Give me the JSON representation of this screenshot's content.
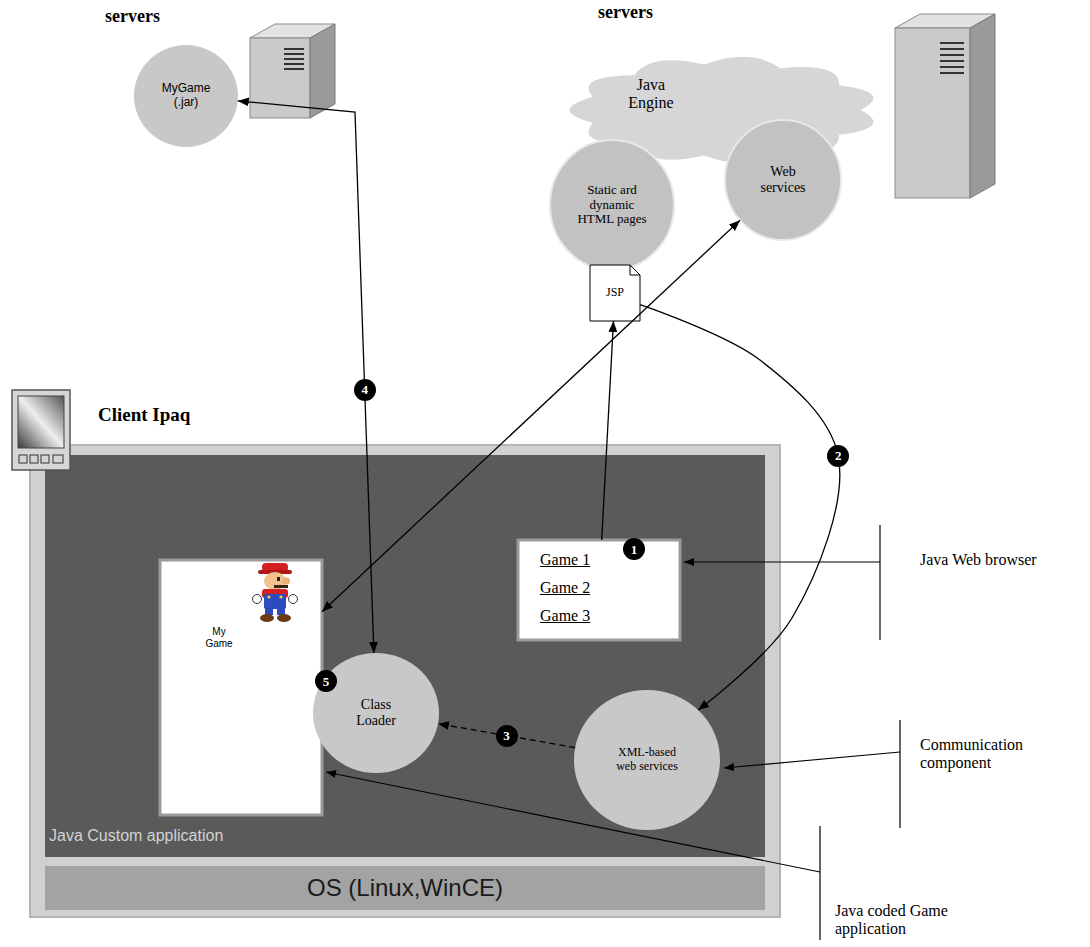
{
  "diagram": {
    "nodes": [
      {
        "text": [
          "MyGame (.jar)"
        ]
      },
      {
        "text": [
          "Java Engine"
        ]
      },
      {
        "text": [
          "Static ard dynamic HTML pages"
        ],
        "in": 1
      },
      {
        "text": [
          "Web services"
        ]
      },
      {
        "text": [
          "JSP"
        ]
      },
      {
        "text": [
          "Java Custom application"
        ]
      },
      {
        "text": [
          "My Game"
        ],
        "in": 5
      },
      {
        "text": [
          "Class Loader"
        ],
        "in": 5
      },
      {
        "text": [
          "Game 1",
          "Game 2",
          "Game 3"
        ],
        "in": 5
      },
      {
        "text": [
          "XML-based web services"
        ],
        "in": 5
      },
      {
        "text": [
          "OS (Linux,WinCE)"
        ]
      }
    ],
    "edges": [
      {
        "from": 8,
        "to": 4,
        "arrow": "to"
      },
      {
        "from": 4,
        "to": 9,
        "label": "2",
        "arrow": "to"
      },
      {
        "from": 9,
        "to": 7,
        "label": "3",
        "arrow": "to"
      },
      {
        "from": 0,
        "to": 7,
        "label": "4",
        "arrow": "both"
      },
      {
        "from": 6,
        "to": 3,
        "arrow": "both"
      }
    ],
    "labels": [
      "servers",
      "servers",
      "Client Ipaq",
      "1",
      "5",
      "Java Web browser",
      "Communication component",
      "Java coded Game application"
    ]
  }
}
